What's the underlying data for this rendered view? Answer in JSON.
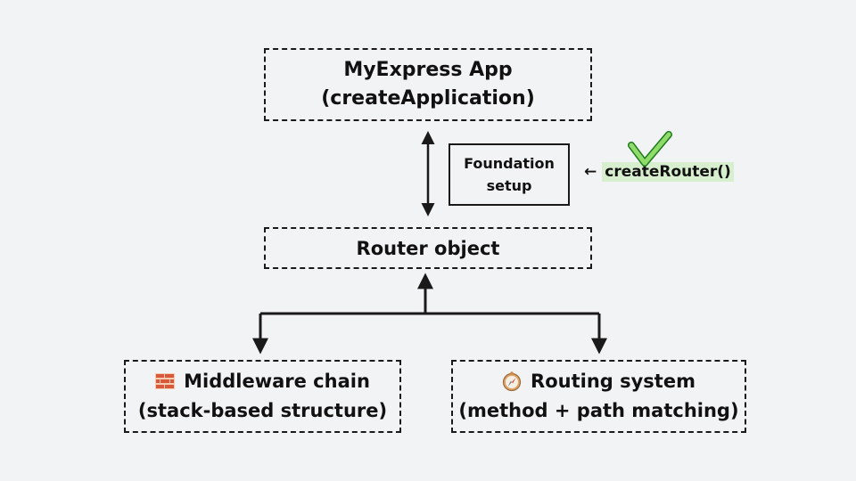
{
  "diagram": {
    "app": {
      "line1": "MyExpress App",
      "line2": "(createApplication)"
    },
    "foundation": {
      "line1": "Foundation",
      "line2": "setup"
    },
    "annotation": {
      "arrow": "←",
      "code": "createRouter()"
    },
    "router": {
      "label": "Router object"
    },
    "middleware": {
      "icon": "brick-icon",
      "line1": "Middleware chain",
      "line2": "(stack-based structure)"
    },
    "routing": {
      "icon": "compass-icon",
      "line1": "Routing system",
      "line2": "(method + path matching)"
    },
    "colors": {
      "background": "#f2f3f5",
      "stroke": "#1a1a1a",
      "highlight": "#d8efcf",
      "check": "#8fdc6a"
    }
  }
}
